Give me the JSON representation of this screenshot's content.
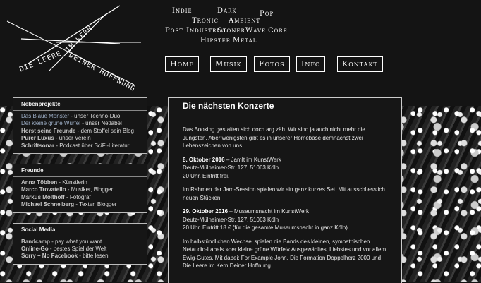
{
  "logo": {
    "line1": "DIE LEERE",
    "line2": "IM KERN",
    "line3": "DEINER HOFFNUNG"
  },
  "genres": [
    "Indie",
    "Dark",
    "Pop",
    "Tronic",
    "Ambient",
    "Post Industrial",
    "Stoner",
    "Wave",
    "Core",
    "Hipster",
    "Metal"
  ],
  "nav": [
    "Home",
    "Musik",
    "Fotos",
    "Info",
    "Kontakt"
  ],
  "sidebar": {
    "nebenprojekte": {
      "title": "Nebenprojekte",
      "items": [
        {
          "link": "Das Blaue Monster",
          "text": " - unser Techno-Duo"
        },
        {
          "link": "Der kleine grüne Würfel",
          "text": " - unser Netlabel"
        },
        {
          "link": "Horst seine Freunde",
          "text": " - dem Stoffel sein Blog"
        },
        {
          "link": "Purer Luxus",
          "text": " - unser Verein"
        },
        {
          "link": "Schriftsonar",
          "text": " - Podcast über SciFi-Literatur"
        }
      ]
    },
    "freunde": {
      "title": "Freunde",
      "items": [
        {
          "link": "Anna Többen",
          "text": " - Künstlerin"
        },
        {
          "link": "Marco Trovatello",
          "text": " - Musiker, Blogger"
        },
        {
          "link": "Markus Molthoff",
          "text": " - Fotograf"
        },
        {
          "link": "Michael Schneiberg",
          "text": " - Texter, Blogger"
        }
      ]
    },
    "social": {
      "title": "Social Media",
      "items": [
        {
          "link": "Bandcamp",
          "text": " - pay what you want"
        },
        {
          "link": "Online-Go",
          "text": " - bestes Spiel der Welt"
        },
        {
          "link": "Sorry – No Facebook",
          "text": " - bitte lesen"
        }
      ]
    }
  },
  "main": {
    "title": "Die nächsten Konzerte",
    "intro": "Das Booking gestalten sich doch arg zäh. Wir sind ja auch nicht mehr die Jüngsten. Aber wenigsten gibt es in unserer Homebase demnächst zwei Lebenszeichen von uns.",
    "event1": {
      "date": "8. Oktober 2016",
      "name": " – JamIt im KunstWerk",
      "address": "Deutz-Mülheimer-Str. 127, 51063 Köln",
      "time": "20 Uhr. Eintritt frei.",
      "desc": "Im Rahmen der Jam-Session spielen wir ein ganz kurzes Set. Mit ausschliesslich neuen Stücken."
    },
    "event2": {
      "date": "29. Oktober 2016",
      "name": " – Museumsnacht im KunstWerk",
      "address": "Deutz-Mülheimer-Str. 127, 51063 Köln",
      "time": "20 Uhr. Eintritt 18 € (für die gesamte Museumsnacht in ganz Köln)",
      "desc": "Im halbstündlichen Wechsel spielen die Bands des kleinen, sympathischen Netaudio-Labels »der kleine grüne Würfel« Ausgewähltes, Liebstes und vor allem Ewig-Gutes. Mit dabei: For Example John, Die Formation Doppelherz 2000 und Die Leere im Kern Deiner Hoffnung."
    }
  }
}
